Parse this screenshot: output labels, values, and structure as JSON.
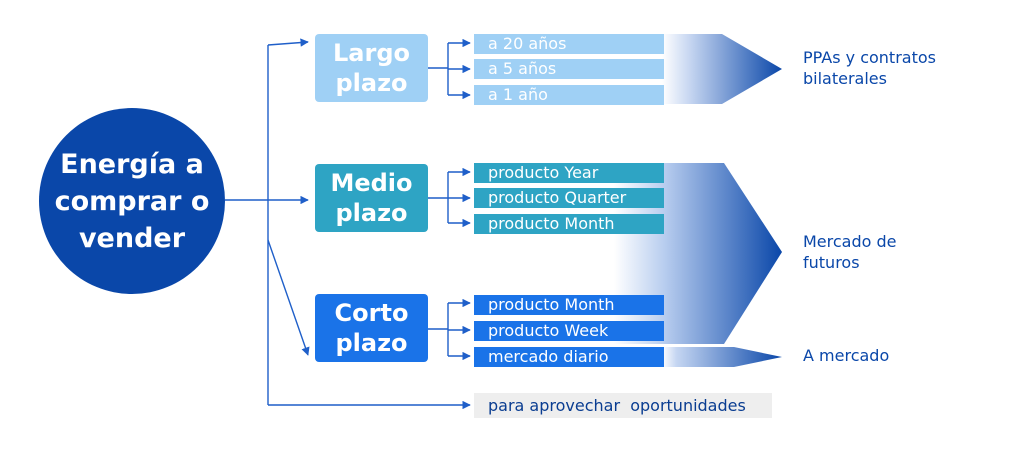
{
  "center": {
    "line1": "Energía a",
    "line2": "comprar o",
    "line3": "vender"
  },
  "horizons": [
    {
      "line1": "Largo",
      "line2": "plazo",
      "color": "#9fd0f5",
      "products": [
        "a 20 años",
        "a 5 años",
        "a 1 año"
      ]
    },
    {
      "line1": "Medio",
      "line2": "plazo",
      "color": "#2ea4c4",
      "products": [
        "producto Year",
        "producto Quarter",
        "producto Month"
      ]
    },
    {
      "line1": "Corto",
      "line2": "plazo",
      "color": "#1a73e8",
      "products": [
        "producto Month",
        "producto Week",
        "mercado diario"
      ]
    }
  ],
  "markets": {
    "ppa": {
      "line1": "PPAs y contratos",
      "line2": "bilaterales"
    },
    "futuros": {
      "line1": "Mercado de",
      "line2": "futuros"
    },
    "spot": "A mercado"
  },
  "opportunities": "para aprovechar  oportunidades",
  "colors": {
    "dark_blue": "#0a47a9",
    "arrow_blue": "#1f5fc9",
    "note_bg": "#eeeeee"
  }
}
